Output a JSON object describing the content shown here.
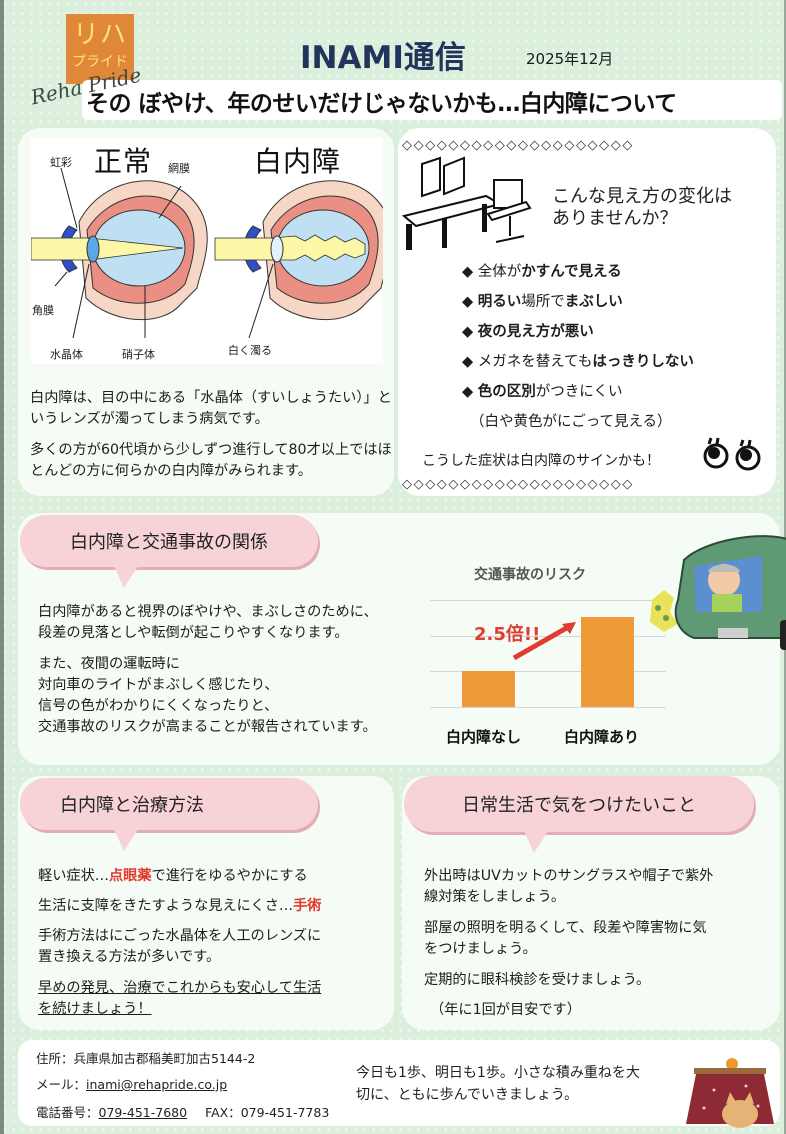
{
  "header": {
    "logo_line1": "リハ",
    "logo_line2": "プライド",
    "logo_signature": "Reha Pride",
    "title": "INAMI通信",
    "date": "2025年12月",
    "subtitle": "その ぼやけ、年のせいだけじゃないかも…白内障について"
  },
  "eye_diagram": {
    "normal_heading": "正常",
    "cataract_heading": "白内障",
    "labels": {
      "iris": "虹彩",
      "retina": "網膜",
      "cornea": "角膜",
      "lens": "水晶体",
      "vitreous": "硝子体",
      "cloudy": "白く濁る"
    }
  },
  "intro": {
    "p1": "白内障は、目の中にある「水晶体（すいしょうたい）」というレンズが濁ってしまう病気です。",
    "p2": "多くの方が60代頃から少しずつ進行して80才以上ではほとんどの方に何らかの白内障がみられます。"
  },
  "symptoms": {
    "diamonds": "◇◇◇◇◇◇◇◇◇◇◇◇◇◇◇◇◇◇◇◇",
    "question_line1": "こんな見え方の変化は",
    "question_line2": "ありませんか？",
    "items": [
      {
        "pre": "全体が",
        "bold": "かすんで見える",
        "post": ""
      },
      {
        "pre": "",
        "bold": "明るい",
        "mid": "場所で",
        "bold2": "まぶしい"
      },
      {
        "pre": "",
        "bold": "夜の見え方が悪い",
        "post": ""
      },
      {
        "pre": "メガネを替えても",
        "bold": "はっきりしない",
        "post": ""
      },
      {
        "pre": "",
        "bold": "色の区別",
        "post": "がつきにくい"
      }
    ],
    "bullet": "◆",
    "note": "（白や黄色がにごって見える）",
    "closing": "こうした症状は白内障のサインかも！"
  },
  "traffic": {
    "heading": "白内障と交通事故の関係",
    "p1_line1": "白内障があると視界のぼやけや、まぶしさのために、",
    "p1_line2": "段差の見落としや転倒が起こりやすくなります。",
    "p2_line1": "また、夜間の運転時に",
    "p2_line2": "対向車のライトがまぶしく感じたり、",
    "p2_line3": "信号の色がわかりにくくなったりと、",
    "p2_line4": "交通事故のリスクが高まることが報告されています。"
  },
  "chart_data": {
    "type": "bar",
    "title": "交通事故のリスク",
    "categories": [
      "白内障なし",
      "白内障あり"
    ],
    "values": [
      1,
      2.5
    ],
    "annotation": "2.5倍!!",
    "xlabel": "",
    "ylabel": "",
    "ylim": [
      0,
      3
    ],
    "grid": true,
    "bar_color": "#ef9a38",
    "annotation_color": "#e23c2f"
  },
  "treatment": {
    "heading": "白内障と治療方法",
    "line1_pre": "軽い症状…",
    "line1_red": "点眼薬",
    "line1_post": "で進行をゆるやかにする",
    "line2_pre": "生活に支障をきたすような見えにくさ…",
    "line2_red": "手術",
    "p3_line1": "手術方法はにごった水晶体を人工のレンズに",
    "p3_line2": "置き換える方法が多いです。",
    "p4_line1": "早めの発見、治療でこれからも安心して生活",
    "p4_line2": "を続けましょう！"
  },
  "daily": {
    "heading": "日常生活で気をつけたいこと",
    "p1_line1": "外出時はUVカットのサングラスや帽子で紫外",
    "p1_line2": "線対策をしましょう。",
    "p2_line1": "部屋の照明を明るくして、段差や障害物に気",
    "p2_line2": "をつけましょう。",
    "p3": "定期的に眼科検診を受けましょう。",
    "p4": "（年に1回が目安です）"
  },
  "footer": {
    "address_label": "住所：",
    "address": "兵庫県加古郡稲美町加古5144-2",
    "email_label": "メール：",
    "email": "inami@rehapride.co.jp",
    "phone_label": "電話番号：",
    "phone": "079-451-7680",
    "fax_label": "FAX：",
    "fax": "079-451-7783",
    "message_line1": "今日も1歩、明日も1歩。小さな積み重ねを大",
    "message_line2": "切に、ともに歩んでいきましょう。"
  },
  "colors": {
    "background": "#dcefdc",
    "title_navy": "#22345c",
    "logo_orange": "#e0873a",
    "logo_text": "#fbe36e",
    "bubble_pink": "#f7d2d6",
    "accent_red": "#e23c2f",
    "bar_orange": "#ef9a38"
  }
}
